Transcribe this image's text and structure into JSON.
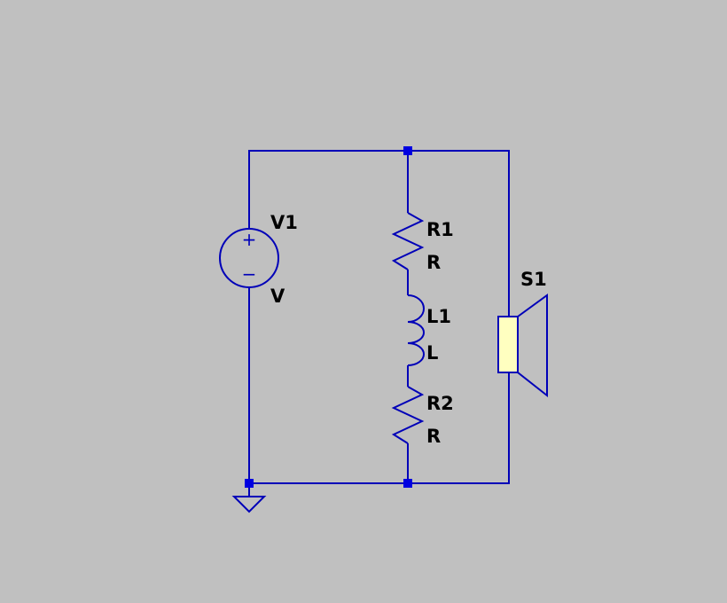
{
  "colors": {
    "background": "#c0c0c0",
    "wire": "#0000b8",
    "junction": "#0000e0",
    "speaker_body": "#ffffc0",
    "label": "#000000"
  },
  "components": {
    "v1": {
      "name": "V1",
      "value": "V",
      "plus": "+",
      "minus": "−"
    },
    "r1": {
      "name": "R1",
      "value": "R"
    },
    "l1": {
      "name": "L1",
      "value": "L"
    },
    "r2": {
      "name": "R2",
      "value": "R"
    },
    "s1": {
      "name": "S1"
    }
  }
}
